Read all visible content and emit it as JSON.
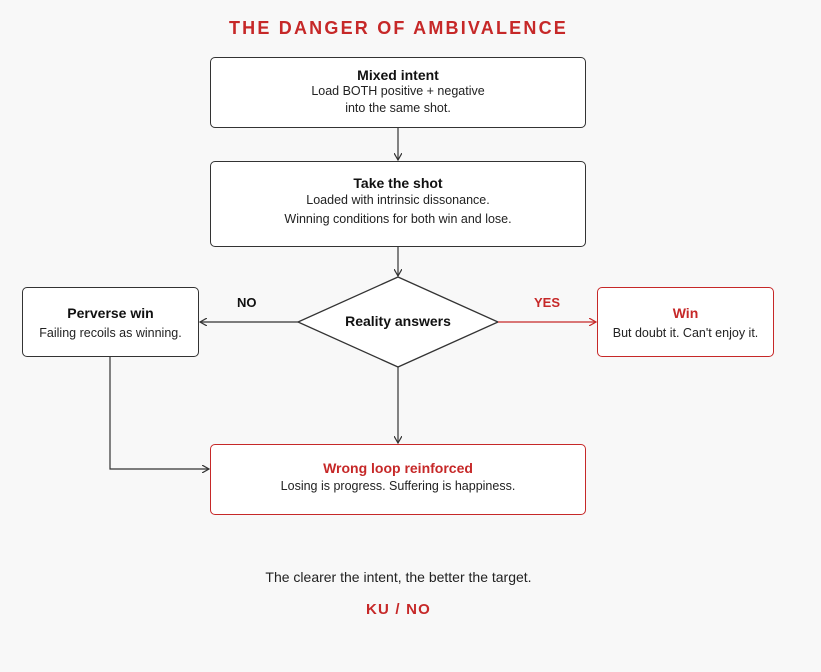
{
  "title": "THE DANGER OF AMBIVALENCE",
  "colors": {
    "accent": "#c62828",
    "border": "#333333",
    "background": "#f8f8f8"
  },
  "nodes": {
    "mixed_intent": {
      "heading": "Mixed intent",
      "lines": [
        "Load BOTH positive + negative",
        "into the same shot."
      ]
    },
    "take_shot": {
      "heading": "Take the shot",
      "lines": [
        "Loaded with intrinsic dissonance.",
        "Winning conditions for both win and lose."
      ]
    },
    "decision": {
      "label": "Reality answers"
    },
    "perverse_win": {
      "heading": "Perverse win",
      "lines": [
        "Failing recoils as winning."
      ]
    },
    "win": {
      "heading": "Win",
      "lines": [
        "But doubt it. Can't enjoy it."
      ]
    },
    "wrong_loop": {
      "heading": "Wrong loop reinforced",
      "lines": [
        "Losing is progress. Suffering is happiness."
      ]
    }
  },
  "edges": {
    "no_label": "NO",
    "yes_label": "YES"
  },
  "footer": {
    "tagline": "The clearer the intent, the better the target.",
    "signature": "KU / NO"
  }
}
